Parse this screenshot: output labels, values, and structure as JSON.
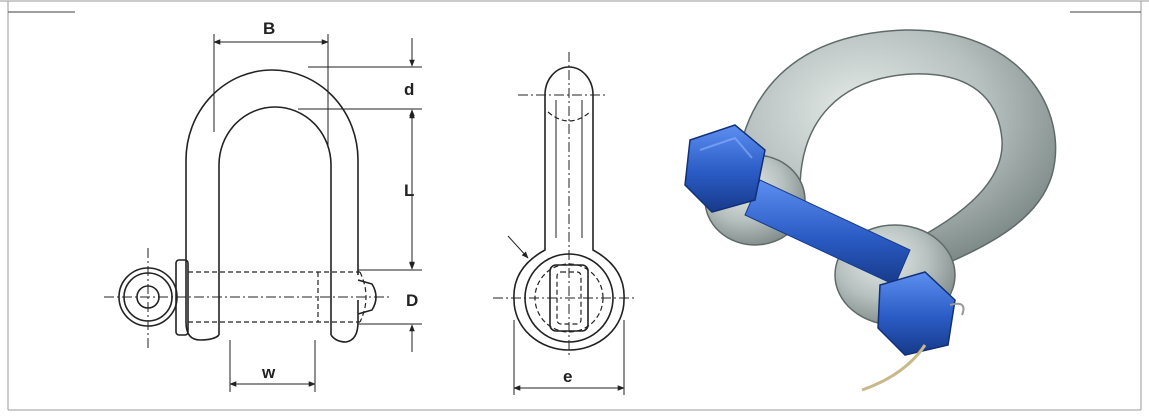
{
  "dimension_labels": {
    "B": "B",
    "d": "d",
    "L": "L",
    "D": "D",
    "w": "w",
    "e": "e"
  },
  "colors": {
    "line": "#222222",
    "frame": "#9a9a9a",
    "galvanized_steel": "#b9c2c0",
    "pin_blue": "#2f63c9"
  }
}
